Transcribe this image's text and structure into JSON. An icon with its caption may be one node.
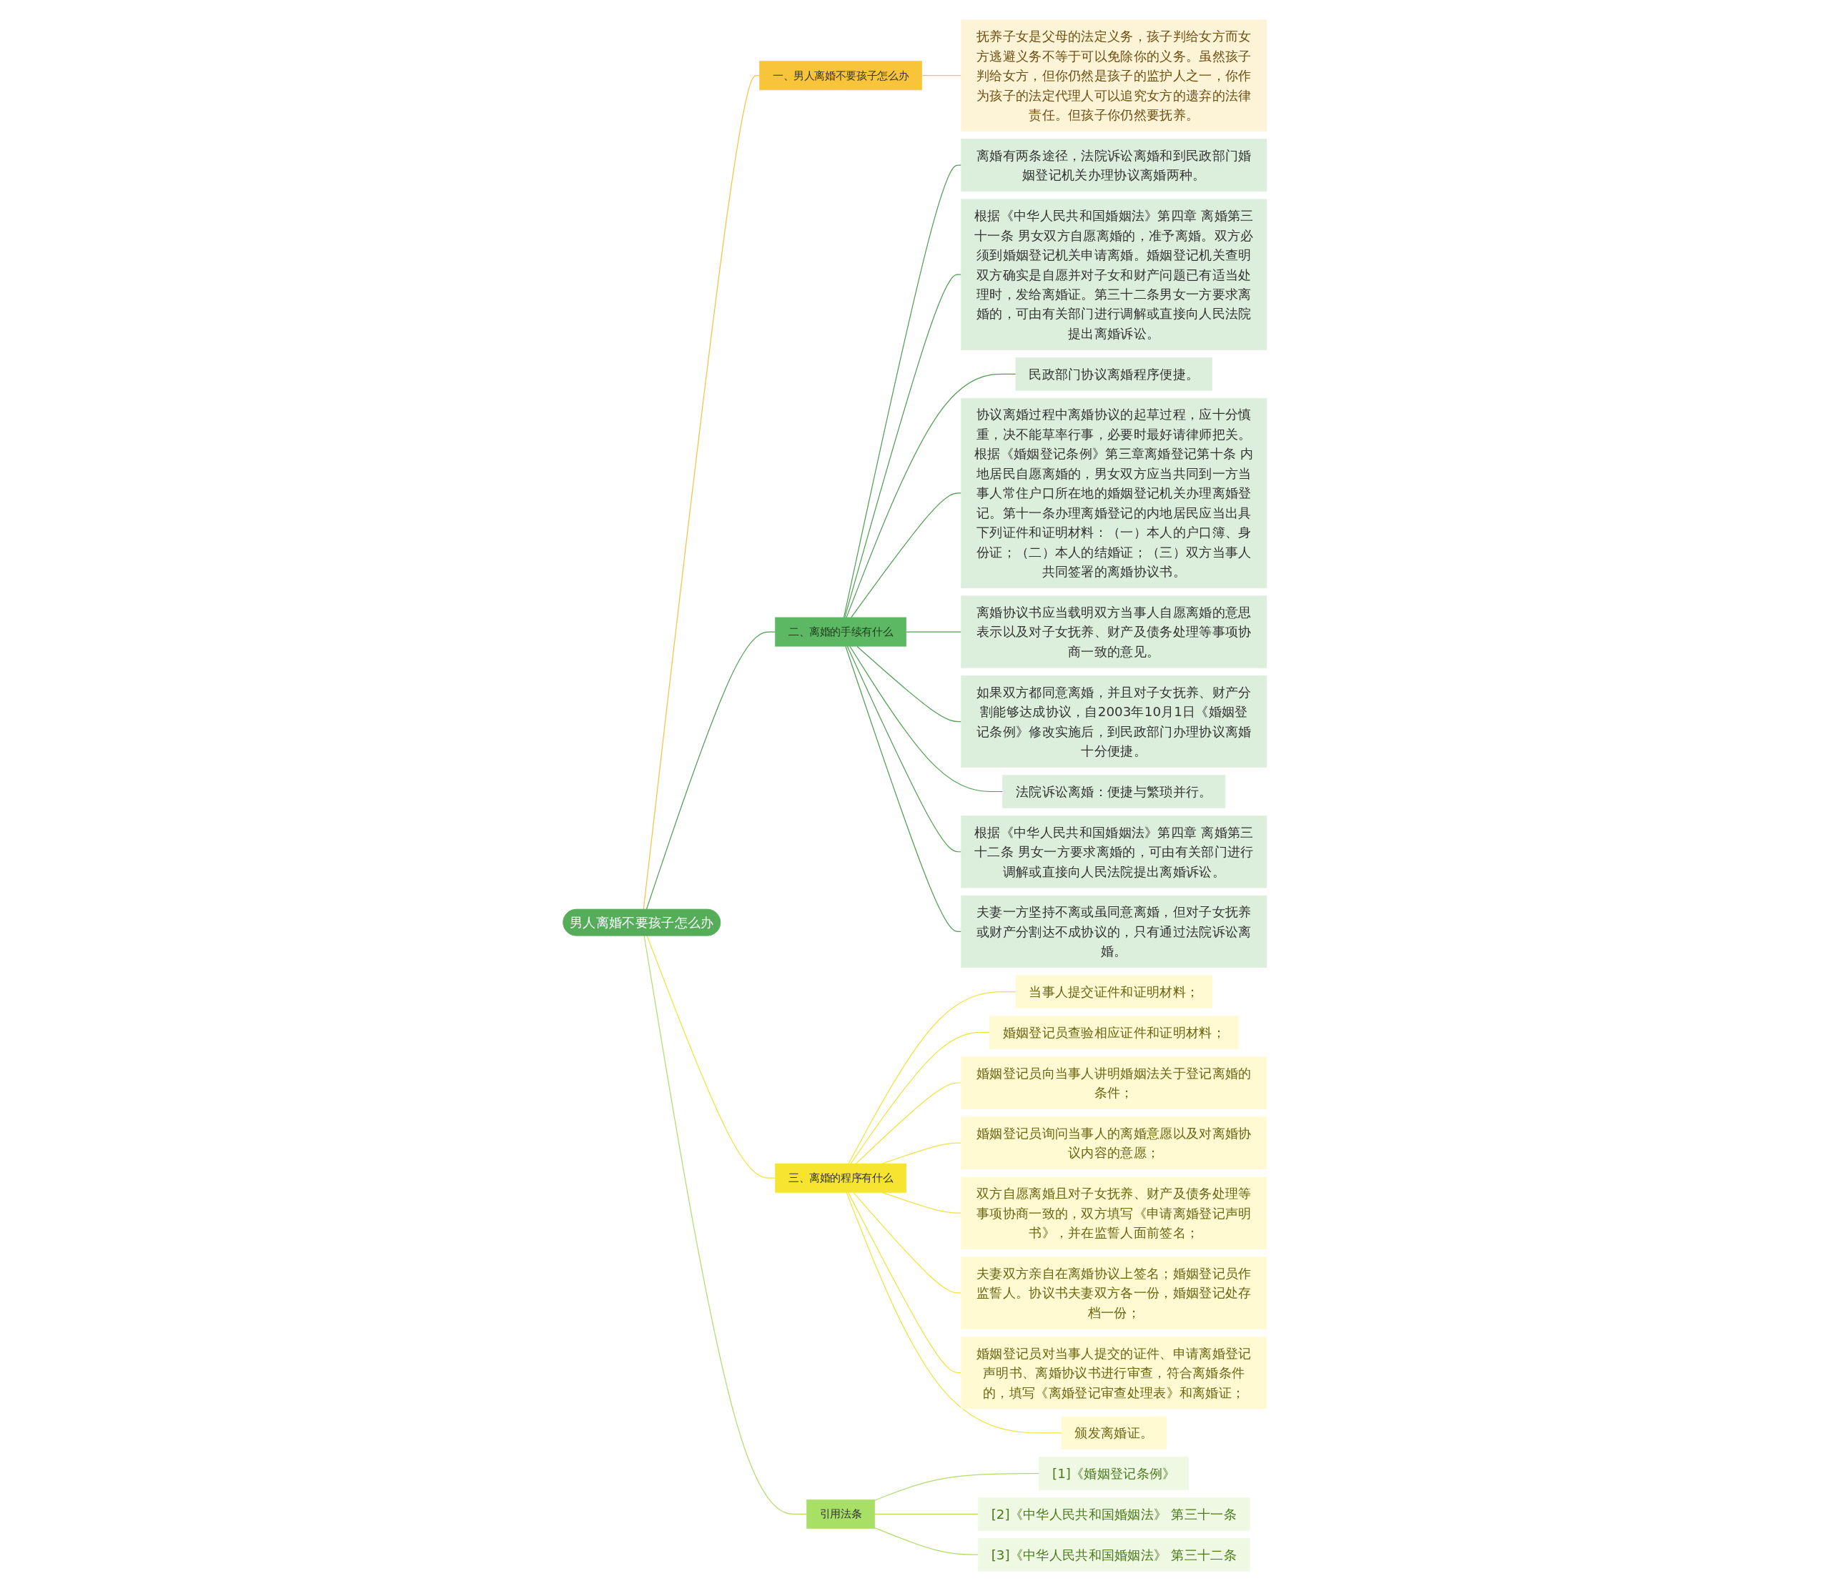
{
  "diagram": {
    "nodes": [
      {
        "text": [
          "男人离婚不要孩子怎么办"
        ]
      },
      {
        "text": [
          "一、男人离婚不要孩子怎么办"
        ]
      },
      {
        "text": [
          "抚养子女是父母的法定义务，孩子判给女方而女方逃避义务不等于可以免除你的义务。虽然孩子判给女方，但你仍然是孩子的监护人之一，你作为孩子的法定代理人可以追究女方的遗弃的法律责任。但孩子你仍然要抚养。"
        ]
      },
      {
        "text": [
          "二、离婚的手续有什么"
        ]
      },
      {
        "text": [
          "离婚有两条途径，法院诉讼离婚和到民政部门婚姻登记机关办理协议离婚两种。"
        ]
      },
      {
        "text": [
          "根据《中华人民共和国婚姻法》第四章 离婚第三十一条 男女双方自愿离婚的，准予离婚。双方必须到婚姻登记机关申请离婚。婚姻登记机关查明双方确实是自愿并对子女和财产问题已有适当处理时，发给离婚证。第三十二条男女一方要求离婚的，可由有关部门进行调解或直接向人民法院提出离婚诉讼。"
        ]
      },
      {
        "text": [
          "民政部门协议离婚程序便捷。"
        ]
      },
      {
        "text": [
          "协议离婚过程中离婚协议的起草过程，应十分慎重，决不能草率行事，必要时最好请律师把关。根据《婚姻登记条例》第三章离婚登记第十条 内地居民自愿离婚的，男女双方应当共同到一方当事人常住户口所在地的婚姻登记机关办理离婚登记。第十一条办理离婚登记的内地居民应当出具下列证件和证明材料：（一）本人的户口簿、身份证；（二）本人的结婚证；（三）双方当事人共同签署的离婚协议书。"
        ]
      },
      {
        "text": [
          "离婚协议书应当载明双方当事人自愿离婚的意思表示以及对子女抚养、财产及债务处理等事项协商一致的意见。"
        ]
      },
      {
        "text": [
          "如果双方都同意离婚，并且对子女抚养、财产分割能够达成协议，自2003年10月1日《婚姻登记条例》修改实施后，到民政部门办理协议离婚十分便捷。"
        ]
      },
      {
        "text": [
          "法院诉讼离婚：便捷与繁琐并行。"
        ]
      },
      {
        "text": [
          "根据《中华人民共和国婚姻法》第四章 离婚第三十二条 男女一方要求离婚的，可由有关部门进行调解或直接向人民法院提出离婚诉讼。"
        ]
      },
      {
        "text": [
          "夫妻一方坚持不离或虽同意离婚，但对子女抚养或财产分割达不成协议的，只有通过法院诉讼离婚。"
        ]
      },
      {
        "text": [
          "三、离婚的程序有什么"
        ]
      },
      {
        "text": [
          "当事人提交证件和证明材料；"
        ]
      },
      {
        "text": [
          "婚姻登记员查验相应证件和证明材料；"
        ]
      },
      {
        "text": [
          "婚姻登记员向当事人讲明婚姻法关于登记离婚的条件；"
        ]
      },
      {
        "text": [
          "婚姻登记员询问当事人的离婚意愿以及对离婚协议内容的意愿；"
        ]
      },
      {
        "text": [
          "双方自愿离婚且对子女抚养、财产及债务处理等事项协商一致的，双方填写《申请离婚登记声明书》，并在监誓人面前签名；"
        ]
      },
      {
        "text": [
          "夫妻双方亲自在离婚协议上签名；婚姻登记员作监誓人。协议书夫妻双方各一份，婚姻登记处存档一份；"
        ]
      },
      {
        "text": [
          "婚姻登记员对当事人提交的证件、申请离婚登记声明书、离婚协议书进行审查，符合离婚条件的，填写《离婚登记审查处理表》和离婚证；"
        ]
      },
      {
        "text": [
          "颁发离婚证。"
        ]
      },
      {
        "text": [
          "引用法条"
        ]
      },
      {
        "text": [
          "[1]《婚姻登记条例》"
        ]
      },
      {
        "text": [
          "[2]《中华人民共和国婚姻法》 第三十一条"
        ]
      },
      {
        "text": [
          "[3]《中华人民共和国婚姻法》 第三十二条"
        ]
      }
    ],
    "edges": [
      {
        "from": 0,
        "to": 1,
        "arrow": "none",
        "color": "#f5c242"
      },
      {
        "from": 1,
        "to": 2,
        "arrow": "none",
        "color": "#f5c242"
      },
      {
        "from": 0,
        "to": 3,
        "arrow": "none",
        "color": "#4f9e52"
      },
      {
        "from": 3,
        "to": 4,
        "arrow": "none",
        "color": "#4f9e52"
      },
      {
        "from": 3,
        "to": 5,
        "arrow": "none",
        "color": "#4f9e52"
      },
      {
        "from": 3,
        "to": 6,
        "arrow": "none",
        "color": "#4f9e52"
      },
      {
        "from": 3,
        "to": 7,
        "arrow": "none",
        "color": "#4f9e52"
      },
      {
        "from": 3,
        "to": 8,
        "arrow": "none",
        "color": "#4f9e52"
      },
      {
        "from": 3,
        "to": 9,
        "arrow": "none",
        "color": "#4f9e52"
      },
      {
        "from": 3,
        "to": 10,
        "arrow": "none",
        "color": "#4f9e52"
      },
      {
        "from": 3,
        "to": 11,
        "arrow": "none",
        "color": "#4f9e52"
      },
      {
        "from": 3,
        "to": 12,
        "arrow": "none",
        "color": "#4f9e52"
      },
      {
        "from": 0,
        "to": 13,
        "arrow": "none",
        "color": "#f2e23a"
      },
      {
        "from": 13,
        "to": 14,
        "arrow": "none",
        "color": "#f2e23a"
      },
      {
        "from": 13,
        "to": 15,
        "arrow": "none",
        "color": "#f2e23a"
      },
      {
        "from": 13,
        "to": 16,
        "arrow": "none",
        "color": "#f2e23a"
      },
      {
        "from": 13,
        "to": 17,
        "arrow": "none",
        "color": "#f2e23a"
      },
      {
        "from": 13,
        "to": 18,
        "arrow": "none",
        "color": "#f2e23a"
      },
      {
        "from": 13,
        "to": 19,
        "arrow": "none",
        "color": "#f2e23a"
      },
      {
        "from": 13,
        "to": 20,
        "arrow": "none",
        "color": "#f2e23a"
      },
      {
        "from": 13,
        "to": 21,
        "arrow": "none",
        "color": "#f2e23a"
      },
      {
        "from": 0,
        "to": 22,
        "arrow": "none",
        "color": "#b2dc6a"
      },
      {
        "from": 22,
        "to": 23,
        "arrow": "none",
        "color": "#b2dc6a"
      },
      {
        "from": 22,
        "to": 24,
        "arrow": "none",
        "color": "#b2dc6a"
      },
      {
        "from": 22,
        "to": 25,
        "arrow": "none",
        "color": "#b2dc6a"
      }
    ]
  }
}
